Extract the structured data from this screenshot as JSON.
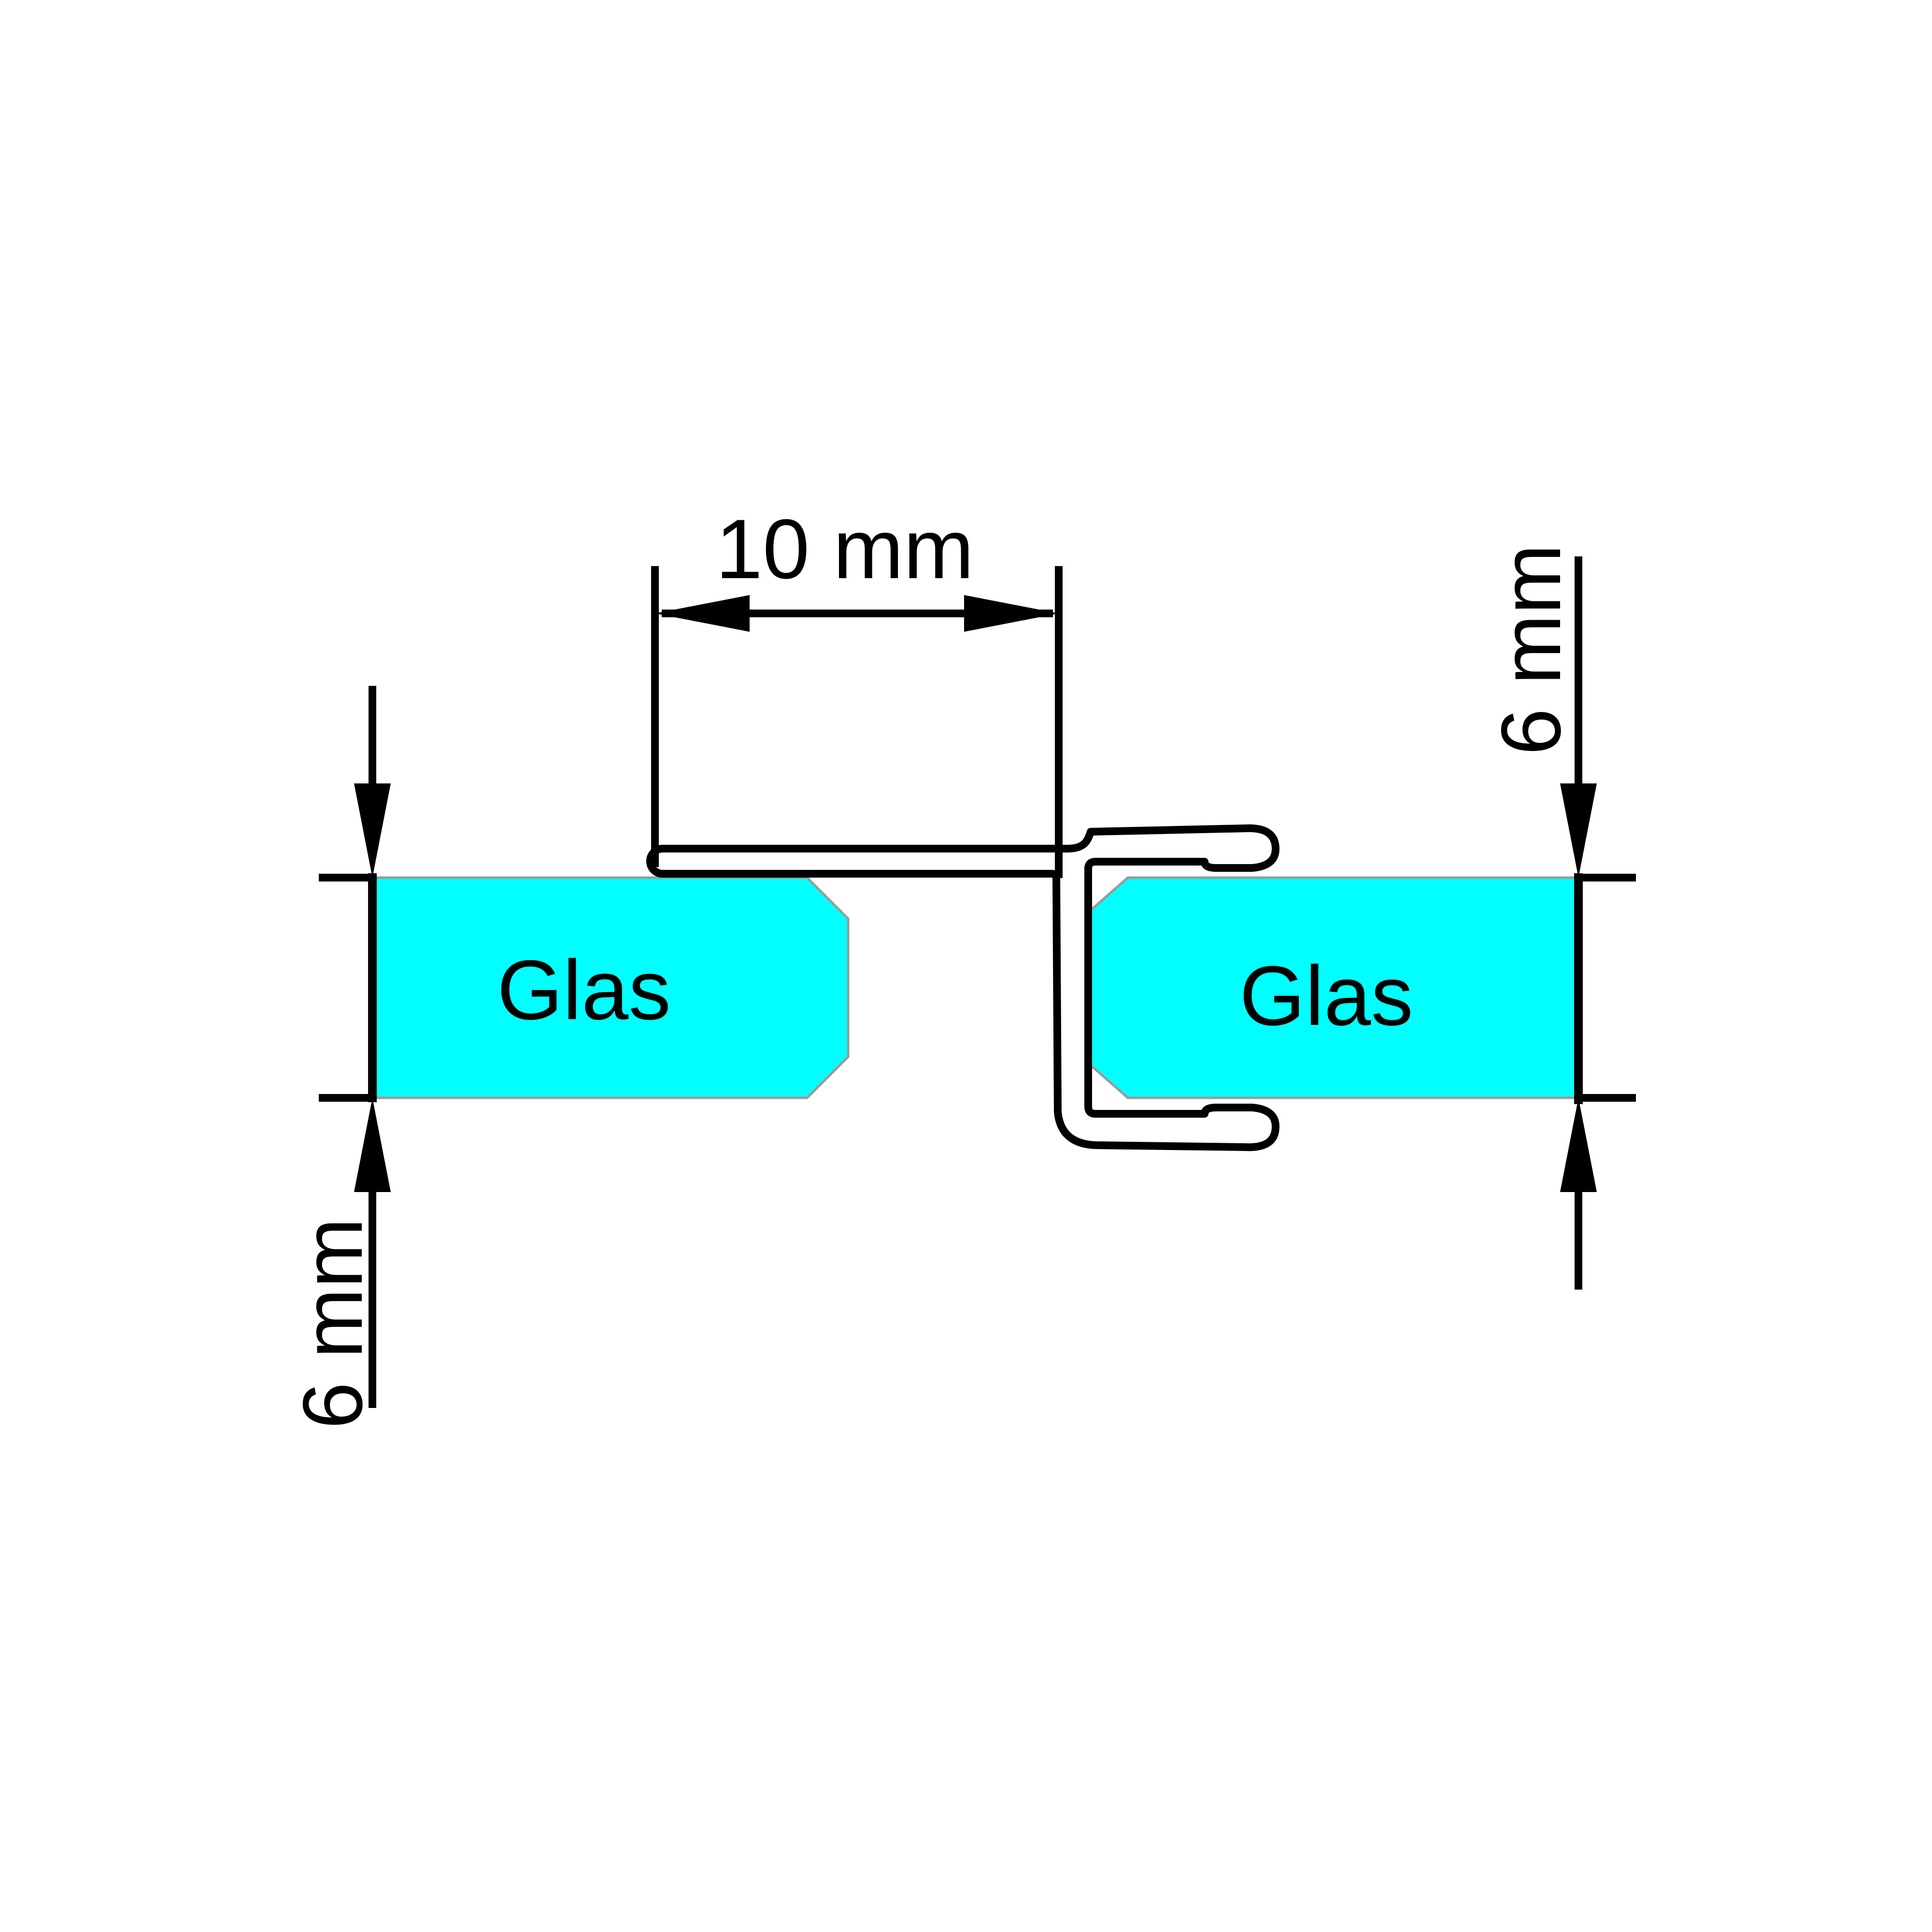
{
  "drawing": {
    "title": "glass-seal-profile-cross-section",
    "labels": {
      "glass_left": "Glas",
      "glass_right": "Glas"
    },
    "dimensions": {
      "gap_width": "10 mm",
      "thickness_left": "6 mm",
      "thickness_right": "6 mm"
    },
    "colors": {
      "background": "#ffffff",
      "glass": "#00ffff",
      "glass_outline": "#9a9a9a",
      "line": "#000000"
    }
  }
}
